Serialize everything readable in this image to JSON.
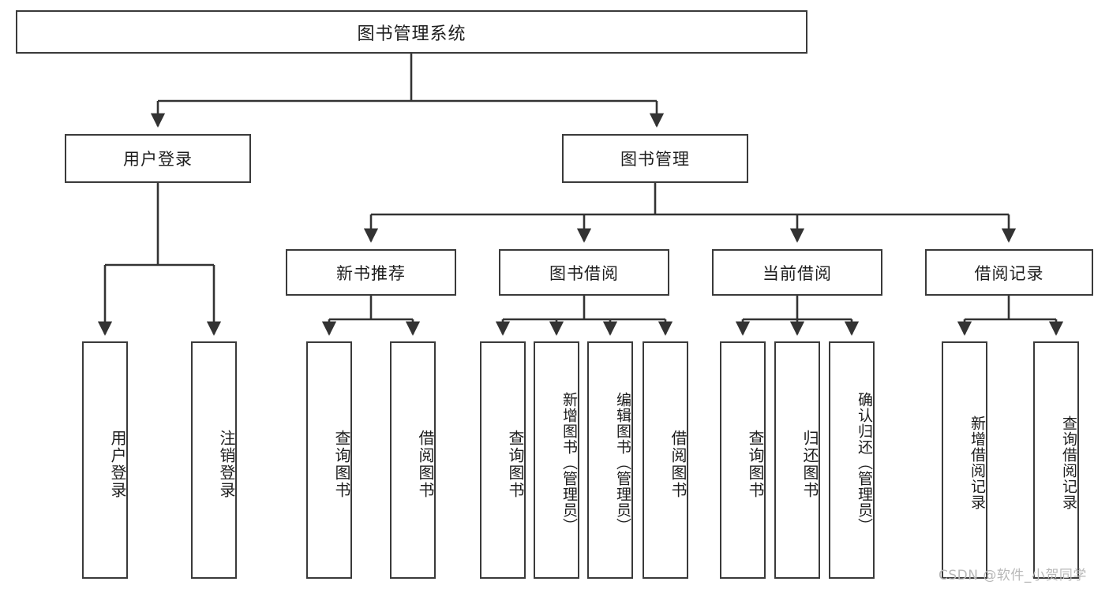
{
  "diagram": {
    "title": "图书管理系统",
    "type": "hierarchy-tree",
    "watermark": "CSDN @软件_小贺同学",
    "colors": {
      "box_border": "#3a3a3a",
      "box_fill": "#ffffff",
      "edge": "#333333",
      "text": "#1d1d1d",
      "watermark": "#b8b8b8"
    },
    "levels": {
      "root": {
        "label": "图书管理系统"
      },
      "level2": [
        {
          "id": "user-login",
          "label": "用户登录"
        },
        {
          "id": "book-manage",
          "label": "图书管理"
        }
      ],
      "level3": [
        {
          "id": "new-book-recommend",
          "label": "新书推荐",
          "parent": "book-manage"
        },
        {
          "id": "book-borrow",
          "label": "图书借阅",
          "parent": "book-manage"
        },
        {
          "id": "current-borrow",
          "label": "当前借阅",
          "parent": "book-manage"
        },
        {
          "id": "borrow-record",
          "label": "借阅记录",
          "parent": "book-manage"
        }
      ],
      "leaves": [
        {
          "id": "leaf-user-login",
          "label": "用户登录",
          "parent": "user-login"
        },
        {
          "id": "leaf-logout-login",
          "label": "注销登录",
          "parent": "user-login"
        },
        {
          "id": "leaf-query-book-1",
          "label": "查询图书",
          "parent": "new-book-recommend"
        },
        {
          "id": "leaf-borrow-book-1",
          "label": "借阅图书",
          "parent": "new-book-recommend"
        },
        {
          "id": "leaf-query-book-2",
          "label": "查询图书",
          "parent": "book-borrow"
        },
        {
          "id": "leaf-add-book",
          "label": "新增图书（管理员）",
          "parent": "book-borrow"
        },
        {
          "id": "leaf-edit-book",
          "label": "编辑图书（管理员）",
          "parent": "book-borrow"
        },
        {
          "id": "leaf-borrow-book-2",
          "label": "借阅图书",
          "parent": "book-borrow"
        },
        {
          "id": "leaf-query-book-3",
          "label": "查询图书",
          "parent": "current-borrow"
        },
        {
          "id": "leaf-return-book",
          "label": "归还图书",
          "parent": "current-borrow"
        },
        {
          "id": "leaf-confirm-return",
          "label": "确认归还（管理员）",
          "parent": "current-borrow"
        },
        {
          "id": "leaf-add-record",
          "label": "新增借阅记录",
          "parent": "borrow-record"
        },
        {
          "id": "leaf-query-record",
          "label": "查询借阅记录",
          "parent": "borrow-record"
        }
      ]
    }
  }
}
